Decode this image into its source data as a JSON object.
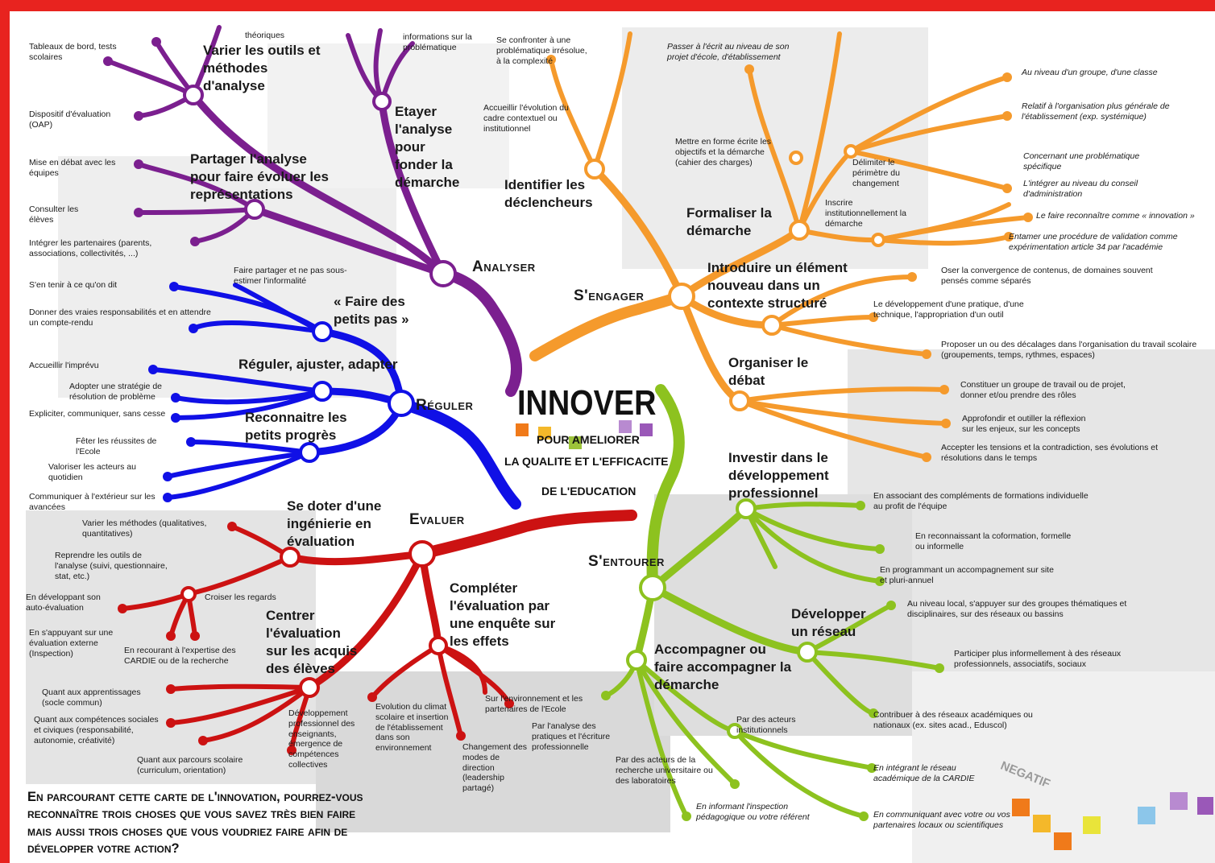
{
  "center": {
    "title": "INNOVER",
    "subtitle_line1": "POUR AMELIORER",
    "subtitle_line2": "LA QUALITE ET L'EFFICACITE",
    "subtitle_line3": "DE L'EDUCATION"
  },
  "colors": {
    "frame": "#e8231f",
    "analyser": "#7b1f8f",
    "regler": "#1010e6",
    "evaluer": "#cc1212",
    "sengager": "#f59a2c",
    "sentourer": "#8dc21f"
  },
  "branches": {
    "analyser": {
      "label": "Analyser",
      "sub1": "Varier les outils et méthodes d'analyse",
      "sub2": "Partager l'analyse pour faire évoluer les représentations",
      "sub3": "Etayer l'analyse pour fonder la démarche",
      "leaves": {
        "tableaux": "Tableaux de bord, tests scolaires",
        "oap": "Dispositif d'évaluation (OAP)",
        "debat": "Mise en débat avec les équipes",
        "eleves": "Consulter les élèves",
        "partenaires": "Intégrer les partenaires (parents, associations, collectivités, ...)",
        "theorique": "théoriques",
        "informations": "informations sur la problématique"
      }
    },
    "regler": {
      "label": "Réguler",
      "sub1": "« Faire des petits pas »",
      "sub2": "Réguler, ajuster, adapter",
      "sub3": "Reconnaitre les petits progrès",
      "leaves": {
        "partager": "Faire partager et ne pas sous-estimer l'informalité",
        "sentenir": "S'en tenir à ce qu'on dit",
        "responsabilites": "Donner des vraies responsabilités et en attendre un compte-rendu",
        "imprevu": "Accueillir l'imprévu",
        "strategie": "Adopter une stratégie de résolution de problème",
        "expliciter": "Expliciter, communiquer, sans cesse",
        "feter": "Fêter les réussites de l'Ecole",
        "valoriser": "Valoriser les acteurs au quotidien",
        "communiquer": "Communiquer à l'extérieur sur les avancées"
      }
    },
    "evaluer": {
      "label": "Evaluer",
      "sub1": "Se doter d'une ingénierie en évaluation",
      "sub2": "Centrer l'évaluation sur les acquis des élèves",
      "sub3": "Compléter l'évaluation par une enquête sur les effets",
      "leaves": {
        "methodes": "Varier les méthodes (qualitatives, quantitatives)",
        "outils": "Reprendre les outils de l'analyse (suivi, questionnaire, stat, etc.)",
        "croiser": "Croiser les regards",
        "auto": "En développant son auto-évaluation",
        "externe": "En s'appuyant sur une évaluation externe (Inspection)",
        "expertise": "En recourant à l'expertise des CARDIE ou de la recherche",
        "apprentissages": "Quant aux apprentissages (socle commun)",
        "competences": "Quant aux compétences sociales et civiques (responsabilité, autonomie, créativité)",
        "parcours": "Quant aux parcours scolaire (curriculum, orientation)",
        "devpro": "Développement professionnel des enseignants, émergence de compétences collectives",
        "climat": "Evolution du climat scolaire et insertion de l'établissement dans son environnement",
        "direction": "Changement des modes de direction (leadership partagé)",
        "environnement": "Sur l'environnement et les partenaires de l'Ecole",
        "pratiques": "Par l'analyse des pratiques et l'écriture professionnelle"
      }
    },
    "sengager": {
      "label": "S'engager",
      "sub1": "Identifier les déclencheurs",
      "sub2": "Formaliser la démarche",
      "sub3": "Introduire un élément nouveau dans un contexte structuré",
      "sub4": "Organiser le débat",
      "leaves": {
        "probleme": "Se confronter à une problématique irrésolue, à la complexité",
        "cadre": "Accueillir l'évolution du cadre contextuel ou institutionnel",
        "ecrit": "Passer à l'écrit au niveau de son projet d'école, d'établissement",
        "forme": "Mettre en forme écrite les objectifs et la démarche (cahier des charges)",
        "delimiter": "Délimiter le périmètre du changement",
        "inscrire": "Inscrire institutionnellement la démarche",
        "groupe": "Au niveau d'un groupe, d'une classe",
        "relatif": "Relatif à l'organisation plus générale de l'établissement (exp. systémique)",
        "concernant": "Concernant une problématique spécifique",
        "integrer": "L'intégrer au niveau du conseil d'administration",
        "reconnaitre": "Le faire reconnaître comme « innovation »",
        "entamer": "Entamer une procédure de validation comme expérimentation article 34 par l'académie",
        "oser": "Oser la convergence de contenus, de domaines souvent pensés comme séparés",
        "developpement": "Le développement d'une pratique, d'une technique, l'appropriation d'un outil",
        "decalages": "Proposer un ou des décalages dans l'organisation du travail scolaire (groupements, temps, rythmes, espaces)",
        "constituer": "Constituer un groupe de travail ou de projet, donner et/ou prendre des rôles",
        "approfondir": "Approfondir et outiller la réflexion sur les enjeux, sur les concepts",
        "accepter": "Accepter les tensions et la contradiction, ses évolutions et résolutions dans le temps"
      }
    },
    "sentourer": {
      "label": "S'entourer",
      "sub1": "Investir dans le développement professionnel",
      "sub2": "Développer un réseau",
      "sub3": "Accompagner ou faire accompagner la démarche",
      "leaves": {
        "associant": "En associant des compléments de formations individuelle au profit de l'équipe",
        "reconnaissant": "En reconnaissant la coformation, formelle ou informelle",
        "programmant": "En programmant un accompagnement sur site et pluri-annuel",
        "local": "Au niveau local, s'appuyer sur des groupes thématiques et disciplinaires, sur des réseaux ou bassins",
        "participer": "Participer plus informellement à des réseaux professionnels, associatifs, sociaux",
        "contribuer": "Contribuer à des réseaux académiques ou nationaux (ex. sites acad., Eduscol)",
        "institutionnels": "Par des acteurs institutionnels",
        "recherche": "Par des acteurs de la recherche universitaire ou des laboratoires",
        "cardie": "En intégrant le réseau académique de la CARDIE",
        "inspection": "En informant l'inspection pédagogique ou votre référent",
        "communiquant": "En communiquant avec votre ou vos partenaires locaux ou scientifiques"
      }
    }
  },
  "question": {
    "line1": "En parcourant cette carte de l'innovation, pourrez-vous",
    "line2": "reconnaître trois choses que vous savez très bien faire",
    "line3": "mais aussi trois choses que vous voudriez faire afin de",
    "line4": "développer votre action?"
  },
  "stamp": "NEGATIF"
}
